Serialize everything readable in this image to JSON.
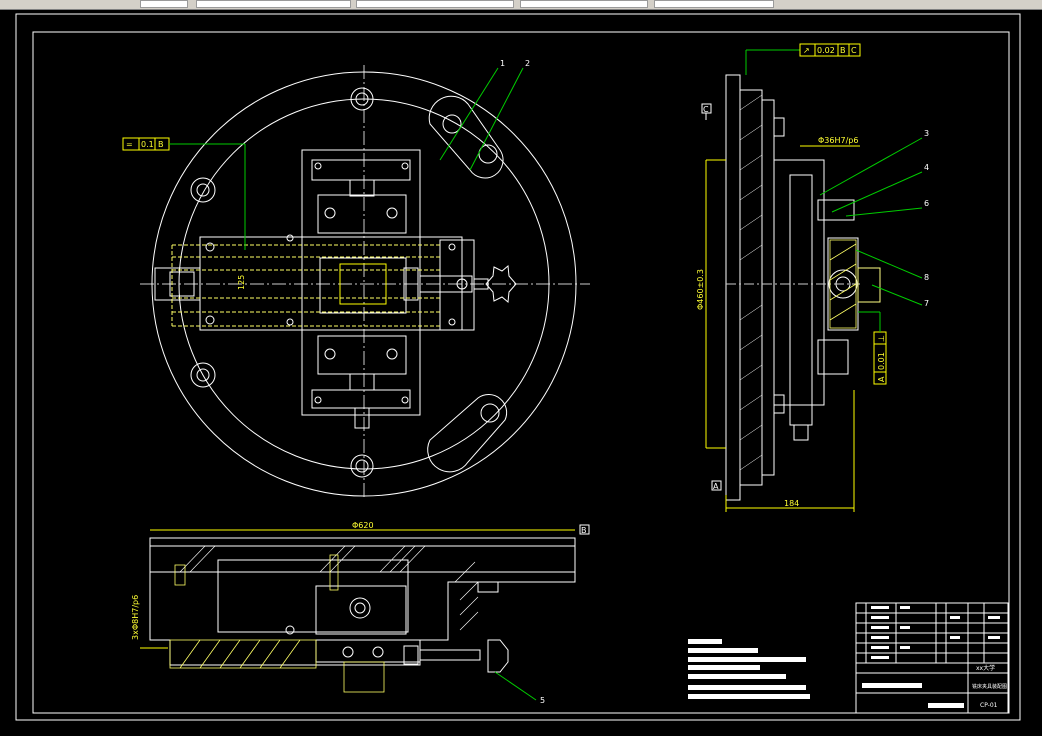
{
  "colors": {
    "background": "#000000",
    "line": "#ffffff",
    "dim": "#ffff00",
    "leader": "#00cc00",
    "hidden": "#ffff66",
    "toolbar": "#d4d0c8"
  },
  "annotations": {
    "tol_flatness": "0.1",
    "tol_datum_a": "B",
    "tol_runout": "0.02",
    "tol_runout_d1": "B",
    "tol_runout_d2": "C",
    "tol_perp": "0.01",
    "tol_perp_datum": "A",
    "fit_bore": "Φ36H7/p6",
    "fit_pins": "3xΦ8H7/p6",
    "dim_diameter": "Φ620",
    "dim_height": "Φ460±0.3",
    "dim_width": "184",
    "dim_125": "125",
    "datum_a": "A",
    "datum_b": "B",
    "datum_c": "C"
  },
  "part_numbers": [
    "1",
    "2",
    "3",
    "4",
    "5",
    "6",
    "7",
    "8"
  ],
  "title_block": {
    "school": "xx大学",
    "title": "铣床夹具装配图",
    "drawing_no": "CP-01"
  }
}
